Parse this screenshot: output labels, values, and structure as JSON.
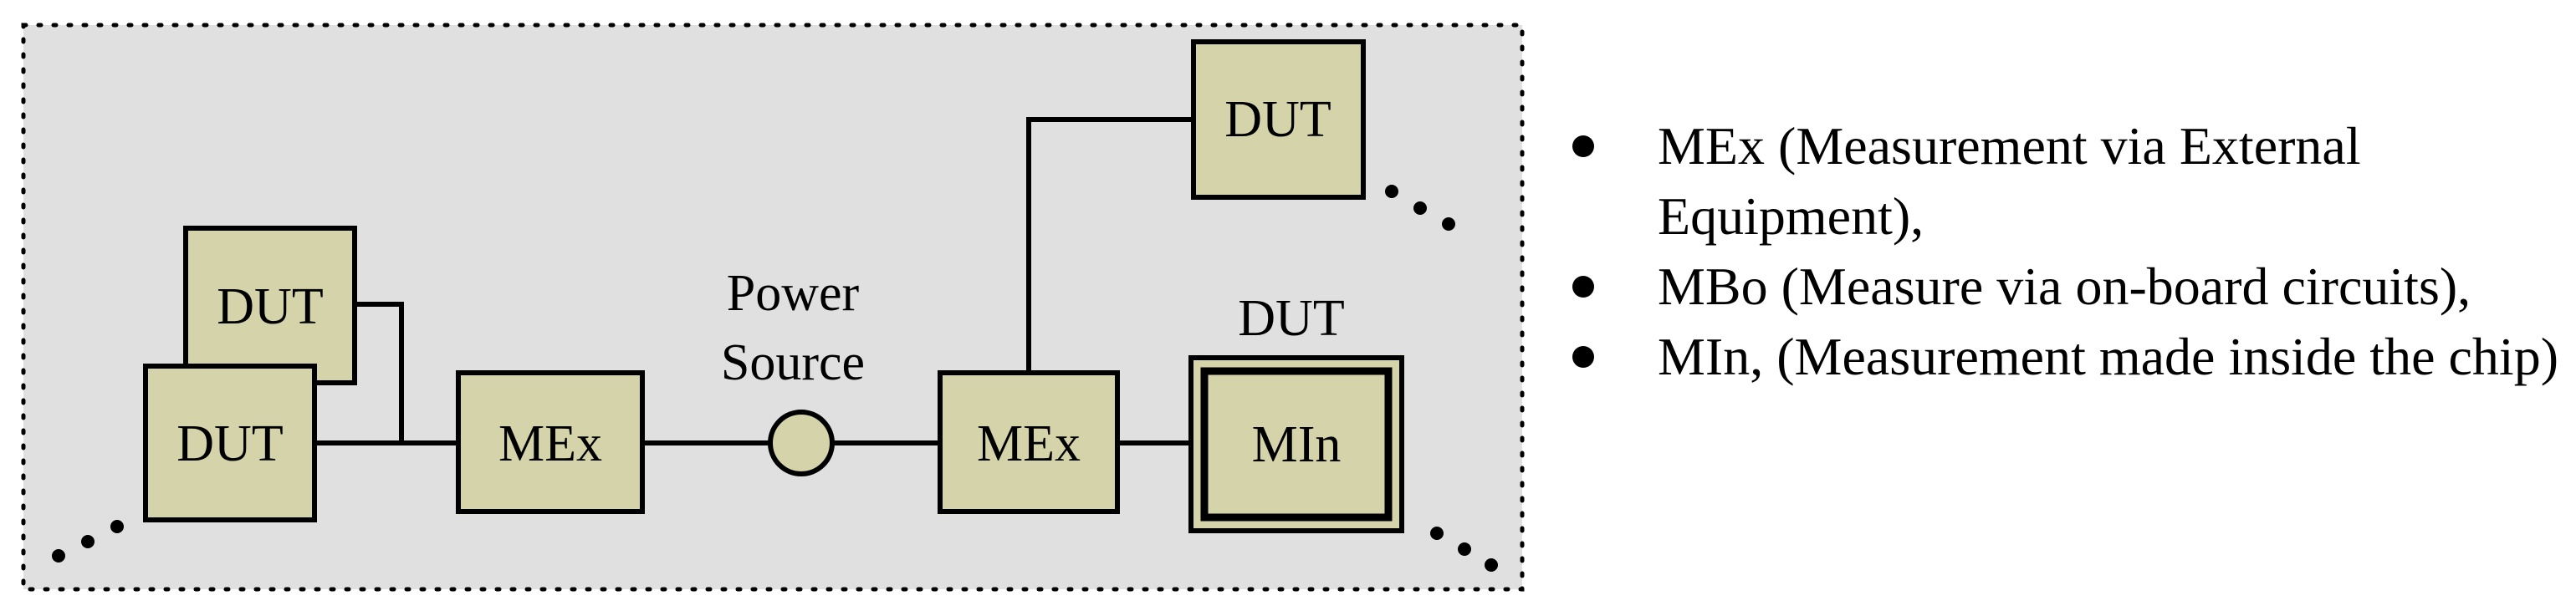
{
  "diagram": {
    "dut_stacked_back_label": "DUT",
    "dut_stacked_front_label": "DUT",
    "mex_left_label": "MEx",
    "power_source_label_line1": "Power",
    "power_source_label_line2": "Source",
    "mex_right_label": "MEx",
    "dut_top_right_label": "DUT",
    "dut_chip_label": "DUT",
    "min_label": "MIn"
  },
  "legend": {
    "items": [
      {
        "text": "MEx (Measurement via External Equipment),"
      },
      {
        "text": "MBo (Measure via on-board circuits),"
      },
      {
        "text": "MIn, (Measurement made inside the chip)"
      }
    ]
  },
  "colors": {
    "panel_background": "#e0e0e0",
    "box_fill": "#d4d3a9",
    "stroke": "#000000"
  }
}
